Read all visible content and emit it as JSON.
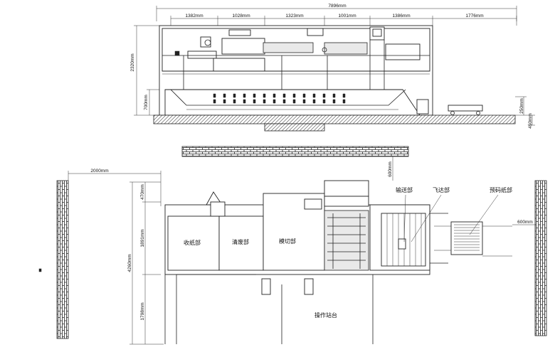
{
  "elevation": {
    "overall_length": "7896mm",
    "segments": [
      "1382mm",
      "1028mm",
      "1323mm",
      "1001mm",
      "1386mm",
      "1776mm"
    ],
    "height_overall": "2320mm",
    "height_lower": "700mm",
    "right_small": "250mm",
    "right_base": "450mm"
  },
  "plan": {
    "wall_gap": "600mm",
    "left_clearance": "2000mm",
    "top_small": "470mm",
    "machine_width": "1891mm",
    "overall_width": "4260mm",
    "operator_depth": "1798mm",
    "right_clearance": "600mm",
    "sections": [
      "收纸部",
      "清废部",
      "模切部"
    ],
    "callouts": [
      "输送部",
      "飞达部",
      "预码纸部"
    ],
    "operator_station": "操作站台"
  },
  "colors": {
    "line": "#222222",
    "brick": "#ffffff",
    "grout": "#222222"
  }
}
